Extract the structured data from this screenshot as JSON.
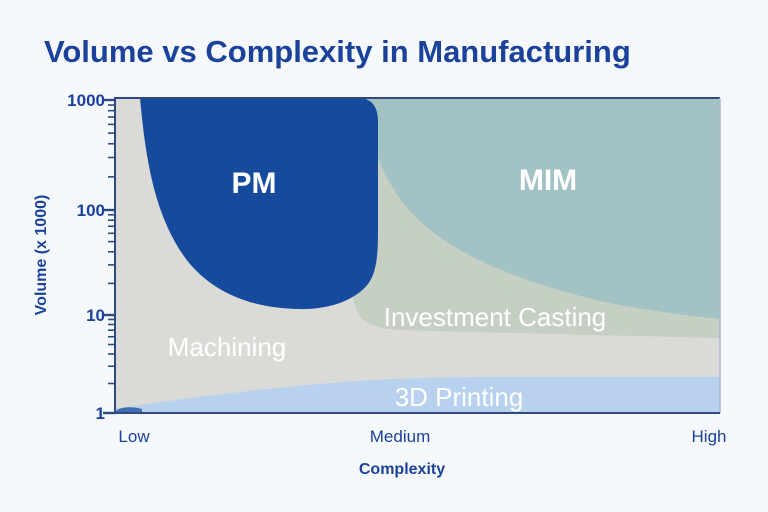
{
  "title": "Volume vs Complexity in Manufacturing",
  "chart_data": {
    "type": "area",
    "title": "Volume vs Complexity in Manufacturing",
    "xlabel": "Complexity",
    "ylabel": "Volume (x 1000)",
    "x_axis": {
      "type": "category",
      "ticks": [
        "Low",
        "Medium",
        "High"
      ]
    },
    "y_axis": {
      "type": "log",
      "ticks": [
        "1000",
        "100",
        "10",
        "1"
      ],
      "range": [
        1,
        1000
      ],
      "minor_ticks_per_decade": [
        2,
        3,
        4,
        5,
        6,
        7,
        8,
        9
      ]
    },
    "grid": false,
    "legend": "labels drawn inside regions",
    "regions": [
      {
        "label": "Machining",
        "color": "#dadad7",
        "complexity_range": [
          "Low",
          "High"
        ],
        "volume_range_x1000": [
          1,
          1000
        ],
        "note": "background region; dominant at low complexity, narrows to a band (~2.5-6) at high complexity"
      },
      {
        "label": "Investment Casting",
        "color": "#c5cfc4",
        "complexity_range": [
          "Medium",
          "High"
        ],
        "volume_range_x1000": [
          6,
          200
        ],
        "note": "band below MIM, above Machining"
      },
      {
        "label": "MIM",
        "color": "#a3c2c3",
        "complexity_range": [
          "Medium",
          "High"
        ],
        "volume_range_x1000": [
          10,
          1000
        ],
        "note": "lower boundary falls from ~1000 at medium complexity to ~8 at high complexity"
      },
      {
        "label": "3D Printing",
        "color": "#b7d1ee",
        "complexity_range": [
          "Low",
          "High"
        ],
        "volume_range_x1000": [
          1,
          2.5
        ],
        "note": "thin band along the bottom, all complexities"
      },
      {
        "label": "PM",
        "color": "#164a9d",
        "complexity_range": [
          "Low",
          "Medium"
        ],
        "volume_range_x1000": [
          10,
          1000
        ],
        "note": "high-volume low/medium-complexity blob; left boundary rises from ~15 to 1000"
      }
    ],
    "colors": {
      "background": "#f5f8fc",
      "title_text": "#1b429b",
      "axis_line": "#2e4a80",
      "right_border": "#a9b9cd",
      "region_label_text": "#ffffff"
    }
  }
}
